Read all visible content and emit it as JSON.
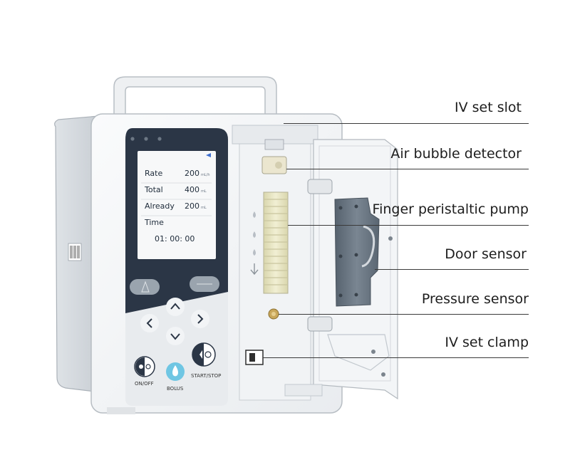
{
  "callouts": [
    {
      "label": "IV set slot"
    },
    {
      "label": "Air bubble detector"
    },
    {
      "label": "Finger peristaltic pump"
    },
    {
      "label": "Door sensor"
    },
    {
      "label": "Pressure sensor"
    },
    {
      "label": "IV set clamp"
    }
  ],
  "screen": {
    "rate_label": "Rate",
    "rate_value": "200",
    "rate_unit": "mL/h",
    "total_label": "Total",
    "total_value": "400",
    "total_unit": "mL",
    "already_label": "Already",
    "already_value": "200",
    "already_unit": "mL",
    "time_label": "Time",
    "time_value": "01: 00: 00"
  },
  "buttons": {
    "onoff_label": "ON/OFF",
    "bolus_label": "BOLUS",
    "startstop_label": "START/STOP"
  },
  "colors": {
    "body": "#f4f5f6",
    "face_panel": "#2b3646",
    "screen": "#f7f8f9",
    "pump_fingers": "#e9e7c6",
    "mechanism": "#6c7884",
    "bolus": "#6fc6e3"
  }
}
